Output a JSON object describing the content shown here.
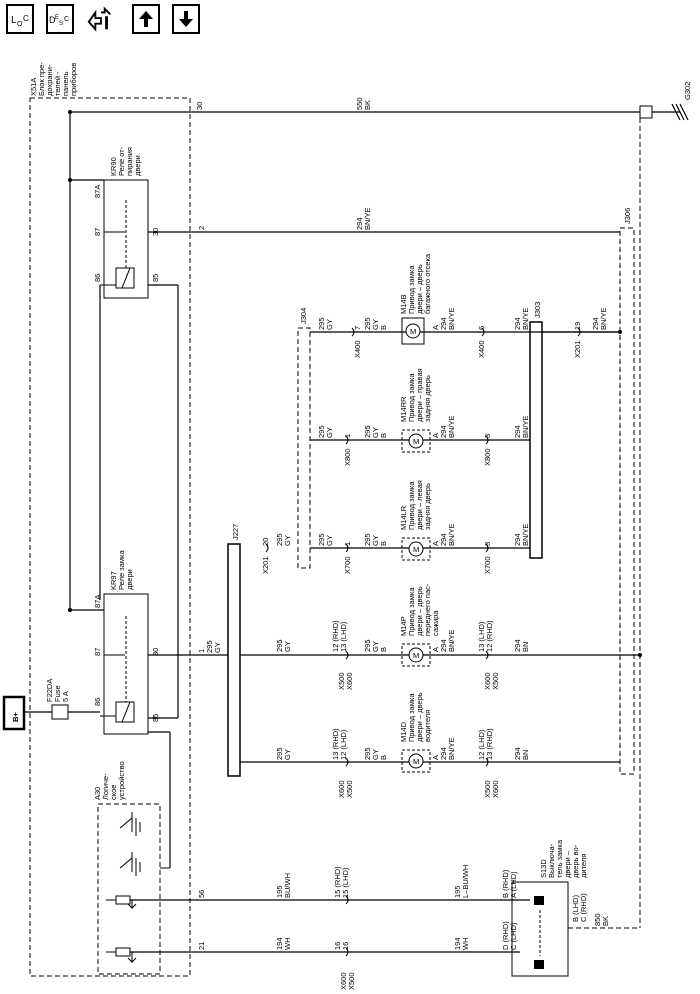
{
  "toolbar": {
    "loc_icon": "loc-icon",
    "desc_icon": "desc-icon",
    "flow_icon": "flow-icon",
    "up_icon": "arrow-up-icon",
    "down_icon": "arrow-down-icon"
  },
  "diagram": {
    "module_id": "X51A",
    "module_name_l1": "Блок пре-",
    "module_name_l2": "дохрани-",
    "module_name_l3": "телей -",
    "module_name_l4": "панель",
    "module_name_l5": "приборов",
    "battery": "B+",
    "fuse_id": "F22DA",
    "fuse_l2": "Fuse",
    "fuse_l3": "5 A",
    "logic_id": "A30",
    "logic_l1": "Логиче-",
    "logic_l2": "ское",
    "logic_l3": "устройство",
    "kr90_id": "KR90",
    "kr90_l1": "Реле от-",
    "kr90_l2": "пирания",
    "kr90_l3": "двери",
    "kr97_id": "KR97",
    "kr97_l1": "Реле замка",
    "kr97_l2": "двери",
    "pin_87a": "87A",
    "pin_87": "87",
    "pin_86": "86",
    "pin_85": "85",
    "pin_30": "30",
    "pin_30b": "30",
    "pin_2": "2",
    "pin_1": "1",
    "pin_56": "56",
    "pin_21": "21",
    "pin_87a_b": "87A",
    "pin_87_b": "87",
    "pin_86_b": "86",
    "pin_85_b": "85",
    "pin_30_top": "30",
    "w550": "550",
    "w550c": "BK",
    "ground": "G302",
    "w294": "294",
    "w294c": "BN/YE",
    "j306": "J306",
    "j304": "J304",
    "j303": "J303",
    "j227": "J227",
    "m14b_id": "M14B",
    "m14b_l1": "Привод замка",
    "m14b_l2": "двери – дверь",
    "m14b_l3": "багажного отсека",
    "m14rr_id": "M14RR",
    "m14rr_l1": "Привод замка",
    "m14rr_l2": "двери – правая",
    "m14rr_l3": "задняя дверь",
    "m14lr_id": "M14LR",
    "m14lr_l1": "Привод замка",
    "m14lr_l2": "двери – левая",
    "m14lr_l3": "задняя дверь",
    "m14p_id": "M14P",
    "m14p_l1": "Привод замка",
    "m14p_l2": "двери – дверь",
    "m14p_l3": "переднего пас-",
    "m14p_l4": "сажира",
    "m14d_id": "M14D",
    "m14d_l1": "Привод замка",
    "m14d_l2": "двери – дверь",
    "m14d_l3": "водителя",
    "s13d_id": "S13D",
    "s13d_l1": "Выключа-",
    "s13d_l2": "тель замка",
    "s13d_l3": "двери –",
    "s13d_l4": "дверь во-",
    "s13d_l5": "дителя",
    "m_sym": "M",
    "x400": "X400",
    "x800": "X800",
    "x700": "X700",
    "x500": "X500",
    "x600": "X600",
    "x201": "X201",
    "w295": "295",
    "w295c": "GY",
    "w195": "195",
    "w195c": "BU/WH",
    "w195b": "L–BU/WH",
    "w194": "194",
    "w194c": "WH",
    "w850": "850",
    "w850c": "BK",
    "c7": "7",
    "c6": "6",
    "c1": "1",
    "c3": "3",
    "c19": "19",
    "c20": "20",
    "c16": "16",
    "c12rhd": "12 (RHD)",
    "c13lhd": "13 (LHD)",
    "c13rhd": "13 (RHD)",
    "c12lhd": "12 (LHD)",
    "c15rhd": "15 (RHD)",
    "c15lhd": "15 (LHD)",
    "c15": "15",
    "pinA": "A",
    "pinB": "B",
    "s_b_rhd": "B (RHD)",
    "s_a_lhd": "A (LHD)",
    "s_d_rhd": "D (RHD)",
    "s_c_lhd": "C (LHD)",
    "s_b_lhd": "B (LHD)",
    "s_c_rhd": "C (RHD)",
    "bn": "BN"
  }
}
